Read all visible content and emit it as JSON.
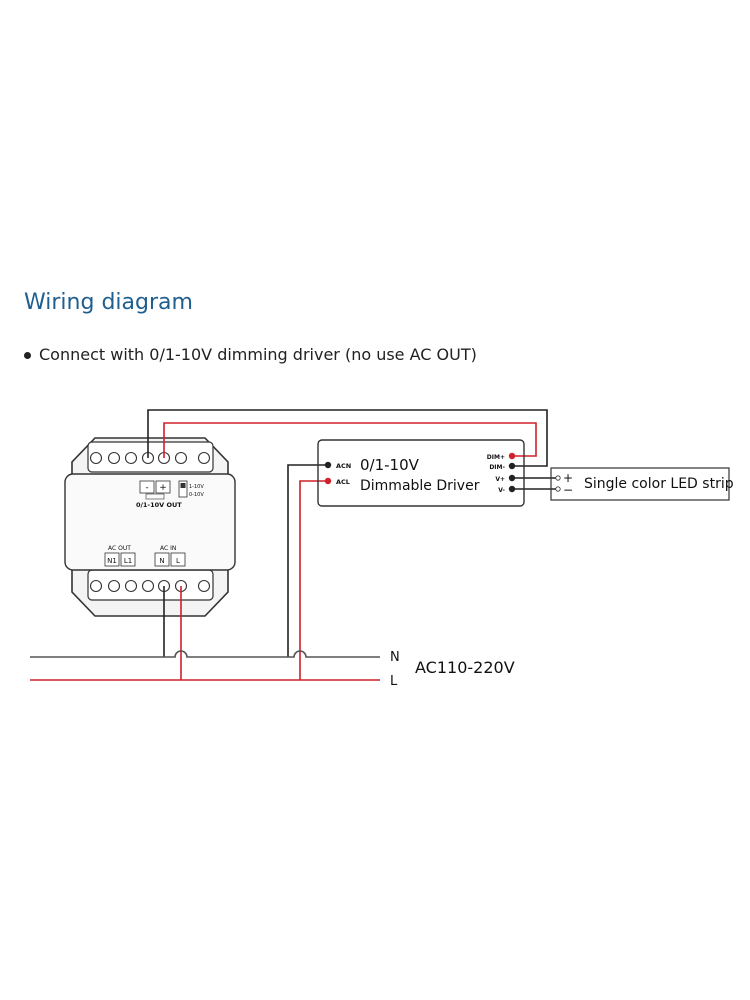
{
  "header": {
    "title": "Wiring diagram",
    "subtitle": "Connect with 0/1-10V dimming driver (no use AC OUT)"
  },
  "controller": {
    "out_minus": "-",
    "out_plus": "+",
    "switch_1": "1-10V",
    "switch_2": "0-10V",
    "out_label": "0/1-10V OUT",
    "ac_out_label": "AC OUT",
    "ac_out_n": "N1",
    "ac_out_l": "L1",
    "ac_in_label": "AC IN",
    "ac_in_n": "N",
    "ac_in_l": "L"
  },
  "driver": {
    "line1": "0/1-10V",
    "line2": "Dimmable Driver",
    "acn": "ACN",
    "acl": "ACL",
    "dim_plus": "DIM+",
    "dim_minus": "DIM-",
    "v_plus": "V+",
    "v_minus": "V-"
  },
  "led_strip": {
    "label": "Single color LED strip",
    "plus": "+",
    "minus": "−"
  },
  "mains": {
    "n": "N",
    "l": "L",
    "voltage": "AC110-220V"
  },
  "colors": {
    "title": "#1f5f8f",
    "red_wire": "#d0202a",
    "black_wire": "#222222"
  }
}
